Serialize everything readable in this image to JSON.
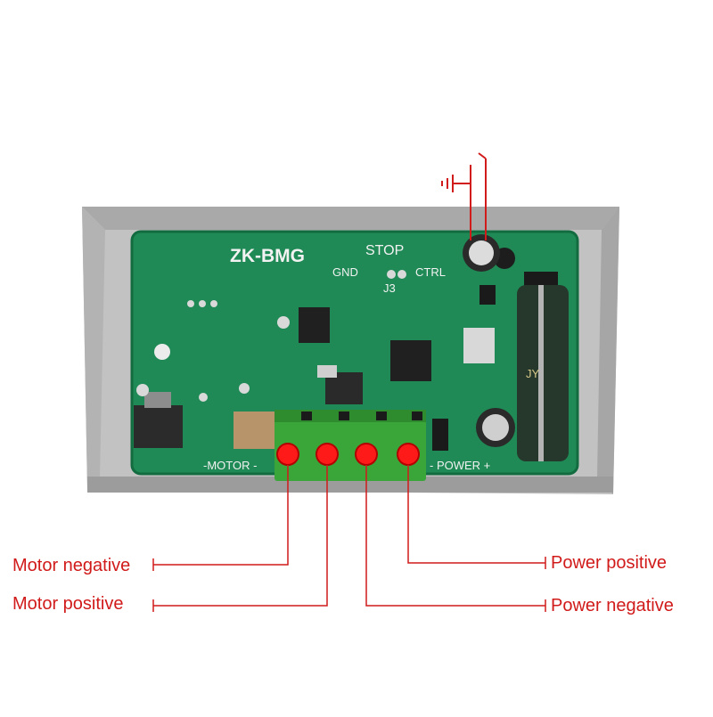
{
  "board": {
    "model": "ZK-BMG",
    "stop_label": "STOP",
    "gnd_label": "GND",
    "ctrl_label": "CTRL",
    "jumper_label": "J3",
    "motor_label": "-MOTOR -",
    "power_label": "- POWER +",
    "cap_text": "JY"
  },
  "callouts": {
    "motor_negative": "Motor negative",
    "motor_positive": "Motor positive",
    "power_positive": "Power positive",
    "power_negative": "Power negative"
  },
  "colors": {
    "callout": "#d11a1a",
    "pcb": "#1f8a55",
    "terminal": "#3aa63a",
    "case": "#b8b8b8"
  }
}
